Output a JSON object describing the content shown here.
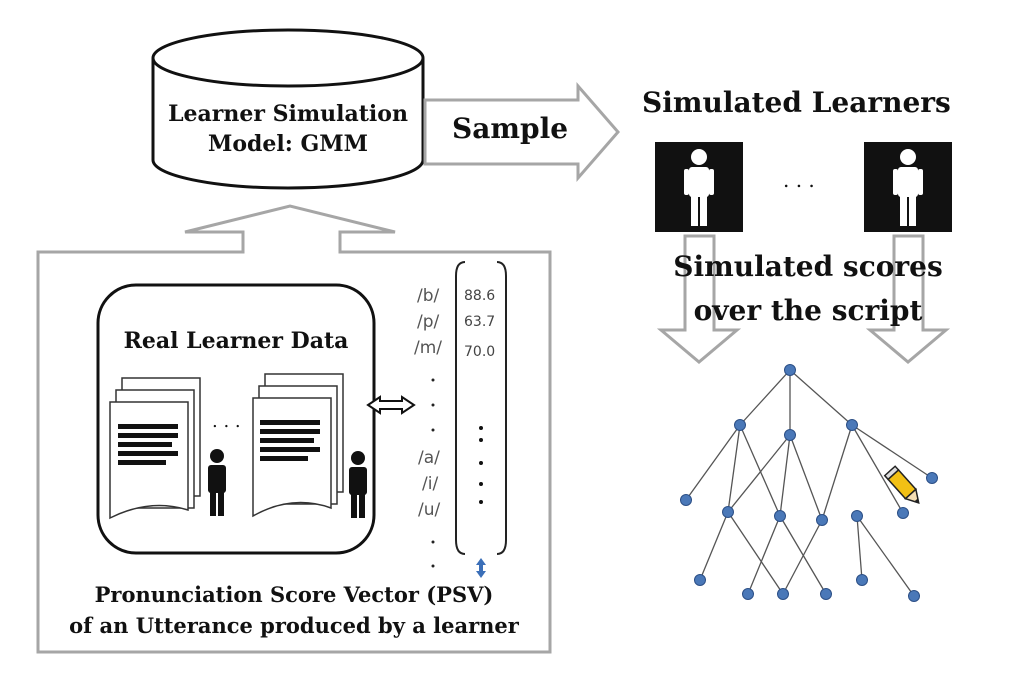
{
  "model": {
    "line1": "Learner Simulation",
    "line2": "Model: GMM"
  },
  "sample_label": "Sample",
  "simulated_learners": {
    "title": "Simulated Learners",
    "ellipsis": ". . ."
  },
  "simulated_scores": {
    "line1": "Simulated scores",
    "line2": "over the script"
  },
  "real_data": {
    "title": "Real Learner Data",
    "ellipsis": ". . ."
  },
  "psv": {
    "phonemes_top": [
      "/b/",
      "/p/",
      "/m/"
    ],
    "values": [
      "88.6",
      "63.7",
      "70.0"
    ],
    "phonemes_bottom": [
      "/a/",
      "/i/",
      "/u/"
    ],
    "caption_line1": "Pronunciation Score Vector (PSV)",
    "caption_line2": "of an Utterance produced by a learner"
  },
  "colors": {
    "node": "#4a78b8",
    "arrow_outline": "#a6a6a6",
    "icon_bg": "#111111",
    "pencil": "#f2c014"
  },
  "icons": [
    "database-cylinder-icon",
    "person-icon",
    "document-stack-icon",
    "double-arrow-icon",
    "pencil-icon"
  ]
}
